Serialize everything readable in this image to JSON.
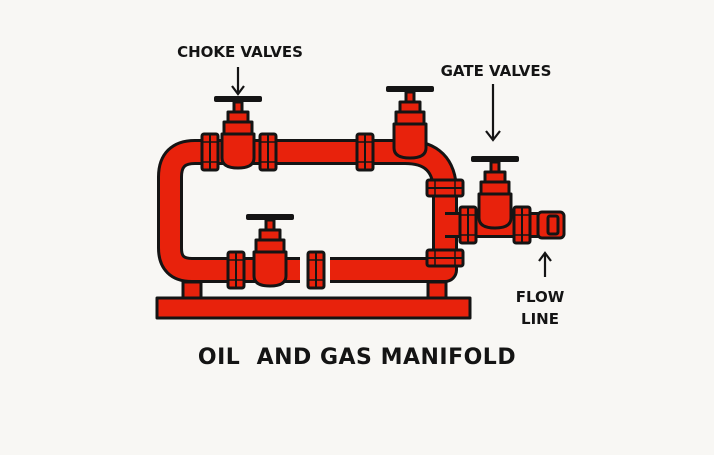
{
  "labels": {
    "choke_valves": "CHOKE VALVES",
    "gate_valves": "GATE VALVES",
    "flow_line_1": "FLOW",
    "flow_line_2": "LINE",
    "title": "OIL  AND GAS MANIFOLD"
  },
  "colors": {
    "pipe": "#e8220c",
    "outline": "#141414",
    "background": "#f8f7f4"
  }
}
